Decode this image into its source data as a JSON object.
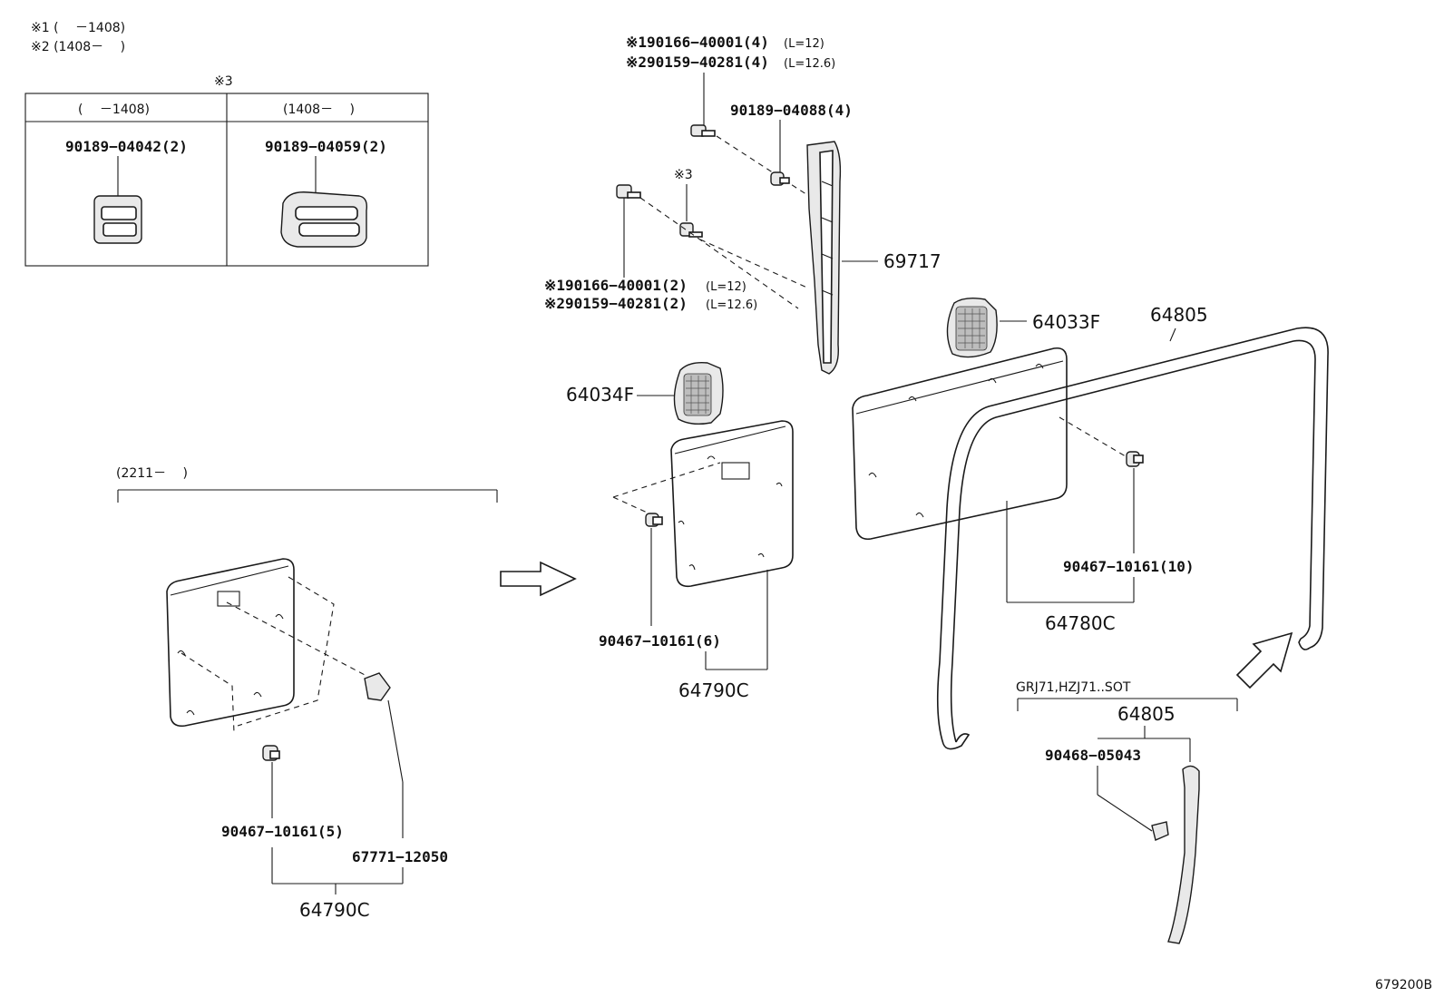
{
  "notes": {
    "n1": "※1 (　 －1408)",
    "n2": "※2 (1408－　 )",
    "n3": "※3"
  },
  "table": {
    "col1_header": "( 　－1408)",
    "col2_header": "(1408－ 　)",
    "col1_part": "90189−04042(2)",
    "col2_part": "90189−04059(2)"
  },
  "top": {
    "screw_top_1": "※190166−40001(4)",
    "screw_top_1_len": "(L=12)",
    "screw_top_2": "※290159−40281(4)",
    "screw_top_2_len": "(L=12.6)",
    "clip_top": "90189−04088(4)",
    "note3": "※3",
    "screw_mid_1": "※190166−40001(2)",
    "screw_mid_1_len": "(L=12)",
    "screw_mid_2": "※290159−40281(2)",
    "screw_mid_2_len": "(L=12.6)",
    "pillar": "69717"
  },
  "center": {
    "cover_left": "64034F",
    "clip": "90467−10161(6)",
    "panel": "64790C"
  },
  "right": {
    "cover_right": "64033F",
    "weatherstrip": "64805",
    "clip": "90467−10161(10)",
    "panel": "64780C",
    "variant_label": "GRJ71,HZJ71..SOT",
    "variant_part": "64805",
    "variant_clip": "90468−05043"
  },
  "left": {
    "range_label": "(2211－ 　)",
    "clip": "90467−10161(5)",
    "fastener": "67771−12050",
    "panel": "64790C"
  },
  "footer": {
    "diagram_id": "679200B"
  }
}
